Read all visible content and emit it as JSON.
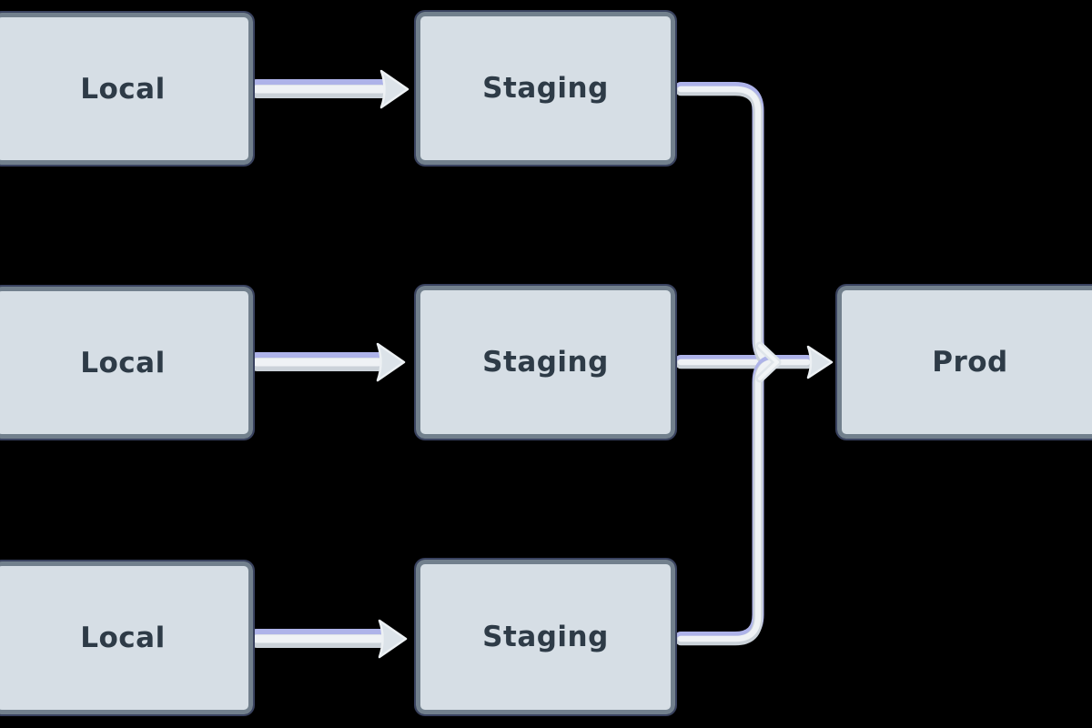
{
  "palette": {
    "background": "#000000",
    "node_fill": "#d6dee5",
    "node_border": "#72808d",
    "node_outline": "#39425f",
    "node_text": "#2e3b47",
    "edge_top_highlight": "#aeb3e9",
    "edge_shadow": "#cbd2d9",
    "edge_core": "#eff2f5",
    "arrowhead_fill": "#dce3e9",
    "arrowhead_stroke": "#edf1f4"
  },
  "diagram": {
    "nodes": [
      {
        "id": "local-1",
        "label": "Local"
      },
      {
        "id": "staging-1",
        "label": "Staging"
      },
      {
        "id": "local-2",
        "label": "Local"
      },
      {
        "id": "staging-2",
        "label": "Staging"
      },
      {
        "id": "prod",
        "label": "Prod"
      },
      {
        "id": "local-3",
        "label": "Local"
      },
      {
        "id": "staging-3",
        "label": "Staging"
      }
    ],
    "edges": [
      {
        "from": "local-1",
        "to": "staging-1"
      },
      {
        "from": "local-2",
        "to": "staging-2"
      },
      {
        "from": "local-3",
        "to": "staging-3"
      },
      {
        "from": "staging-1",
        "to": "prod"
      },
      {
        "from": "staging-2",
        "to": "prod"
      },
      {
        "from": "staging-3",
        "to": "prod"
      }
    ]
  }
}
